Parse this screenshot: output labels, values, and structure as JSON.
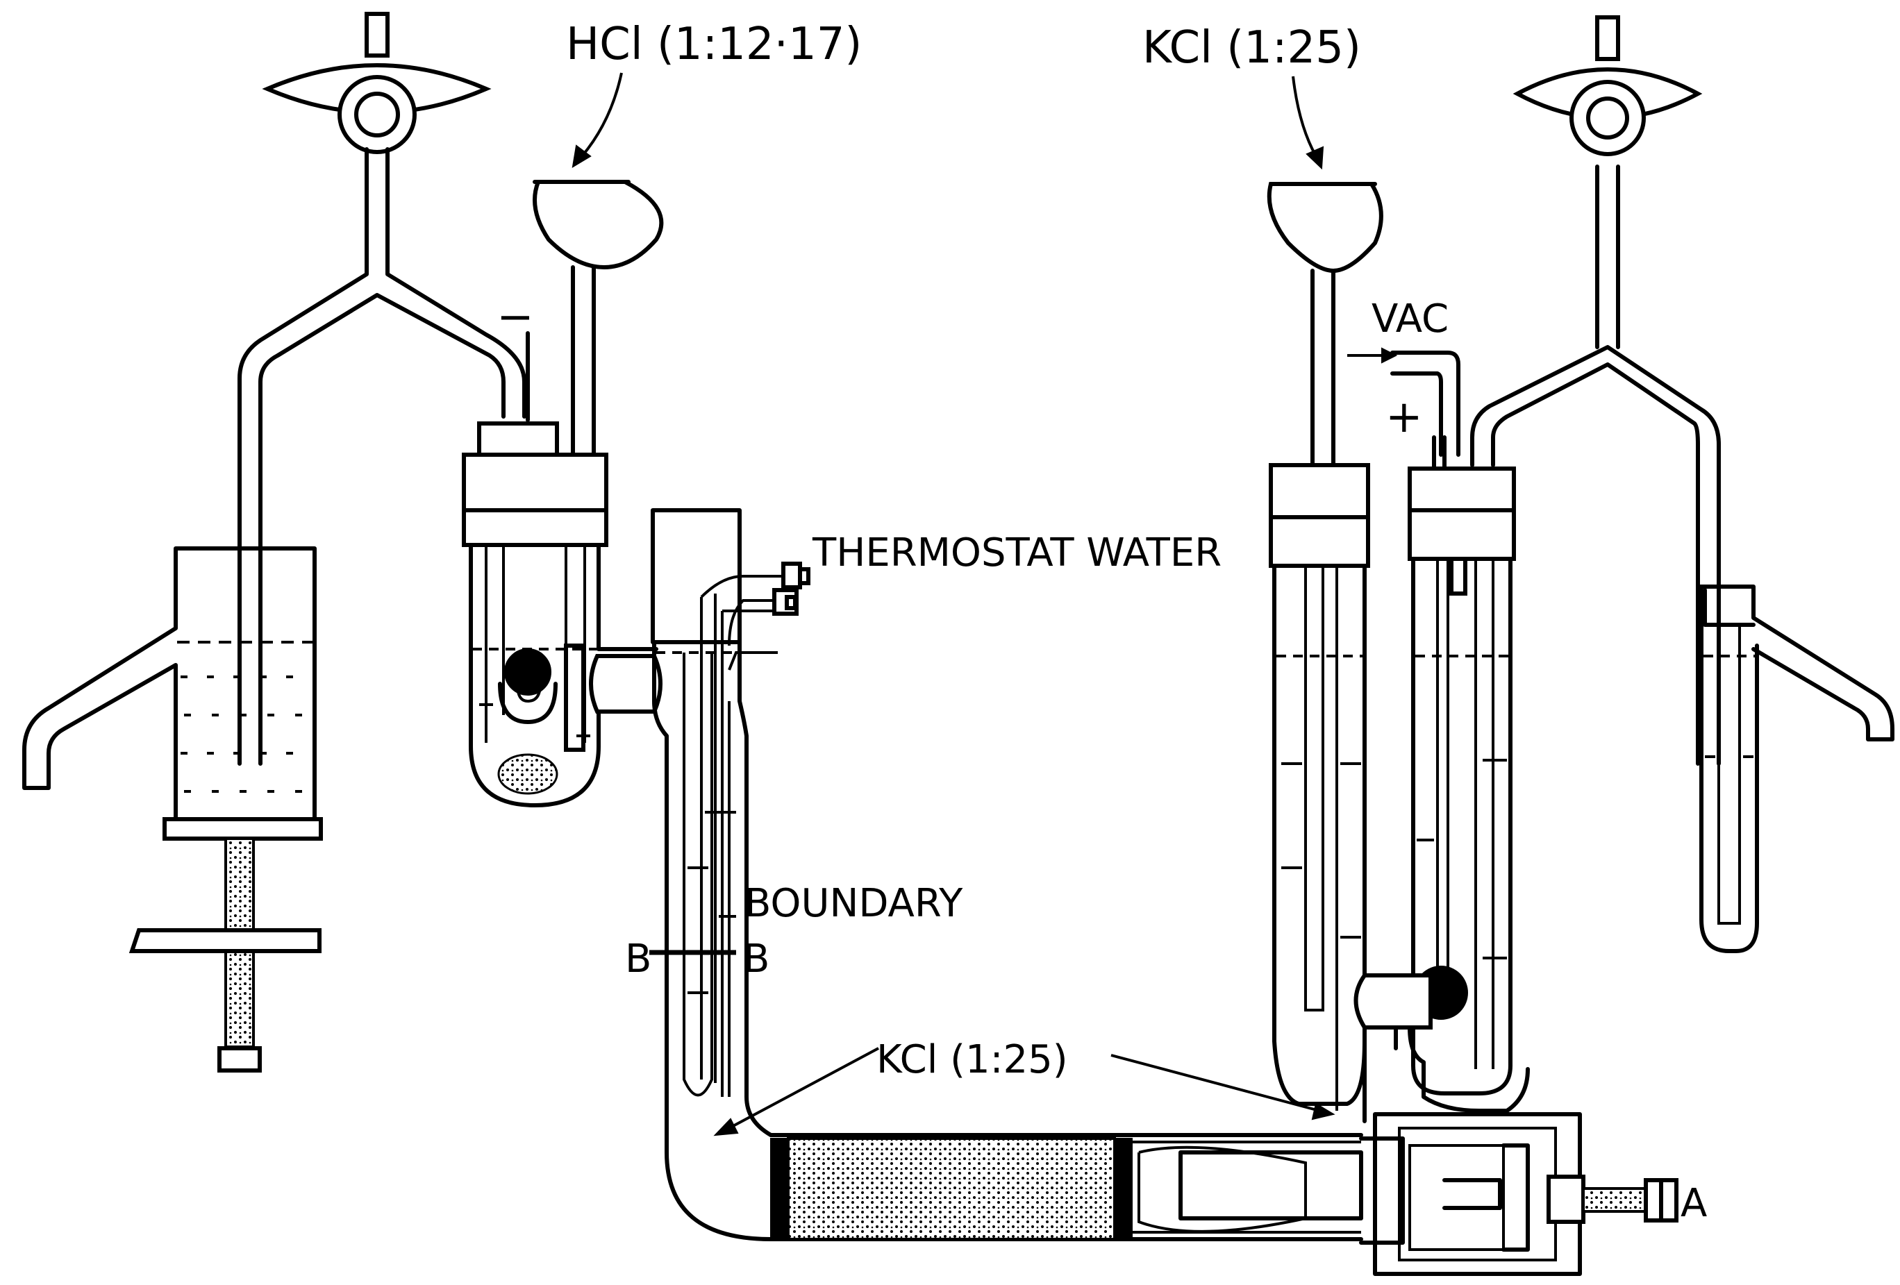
{
  "labels": {
    "hcl": "HCl (1:12·17)",
    "kcl_top": "KCl (1:25)",
    "kcl_bottom": "KCl (1:25)",
    "vac": "VAC",
    "minus": "−",
    "plus": "+",
    "thermostat": "THERMOSTAT WATER",
    "boundary": "BOUNDARY",
    "b_left": "B",
    "b_right": "B",
    "a": "A"
  }
}
